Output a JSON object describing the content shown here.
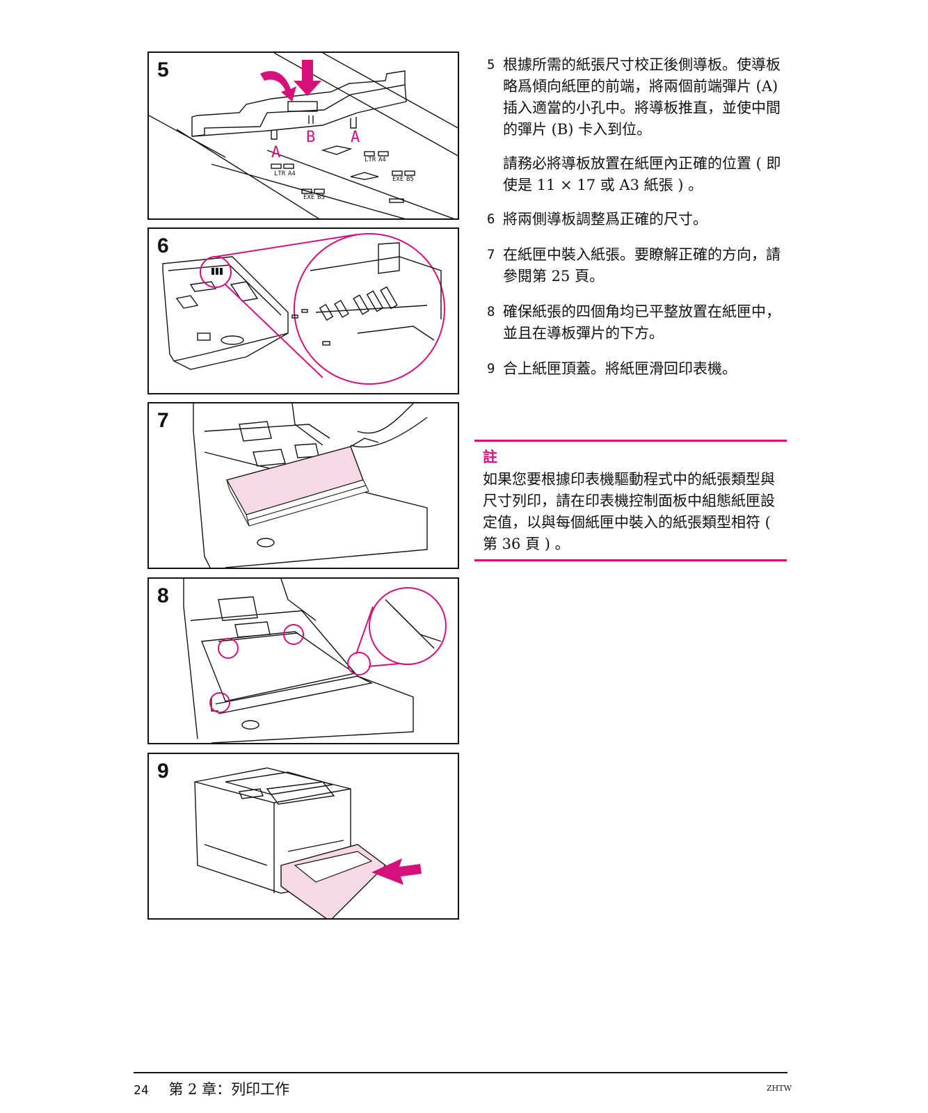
{
  "figures": [
    {
      "number": "5",
      "labels": {
        "a1": "A",
        "b": "B",
        "a2": "A",
        "ltr": "LTR",
        "a4": "A4",
        "exe": "EXE",
        "b5": "B5"
      }
    },
    {
      "number": "6"
    },
    {
      "number": "7"
    },
    {
      "number": "8"
    },
    {
      "number": "9"
    }
  ],
  "steps": [
    {
      "num": "5",
      "text": "根據所需的紙張尺寸校正後側導板。使導板略爲傾向紙匣的前端，將兩個前端彈片 (A) 插入適當的小孔中。將導板推直，並使中間的彈片 (B) 卡入到位。",
      "extra": "請務必將導板放置在紙匣內正確的位置 ( 即使是 11 × 17 或 A3 紙張 ) 。"
    },
    {
      "num": "6",
      "text": "將兩側導板調整爲正確的尺寸。"
    },
    {
      "num": "7",
      "text": "在紙匣中裝入紙張。要瞭解正確的方向，請參閱第 25 頁。"
    },
    {
      "num": "8",
      "text": "確保紙張的四個角均已平整放置在紙匣中，並且在導板彈片的下方。"
    },
    {
      "num": "9",
      "text": "合上紙匣頂蓋。將紙匣滑回印表機。"
    }
  ],
  "note": {
    "title": "註",
    "text": "如果您要根據印表機驅動程式中的紙張類型與尺寸列印，請在印表機控制面板中組態紙匣設定值，以與每個紙匣中裝入的紙張類型相符 ( 第 36 頁 ) 。"
  },
  "footer": {
    "page": "24",
    "chapter": "第 2 章：列印工作",
    "code": "ZHTW"
  },
  "colors": {
    "accent": "#d6107a",
    "paper": "#f7d9e6",
    "line": "#111111"
  }
}
